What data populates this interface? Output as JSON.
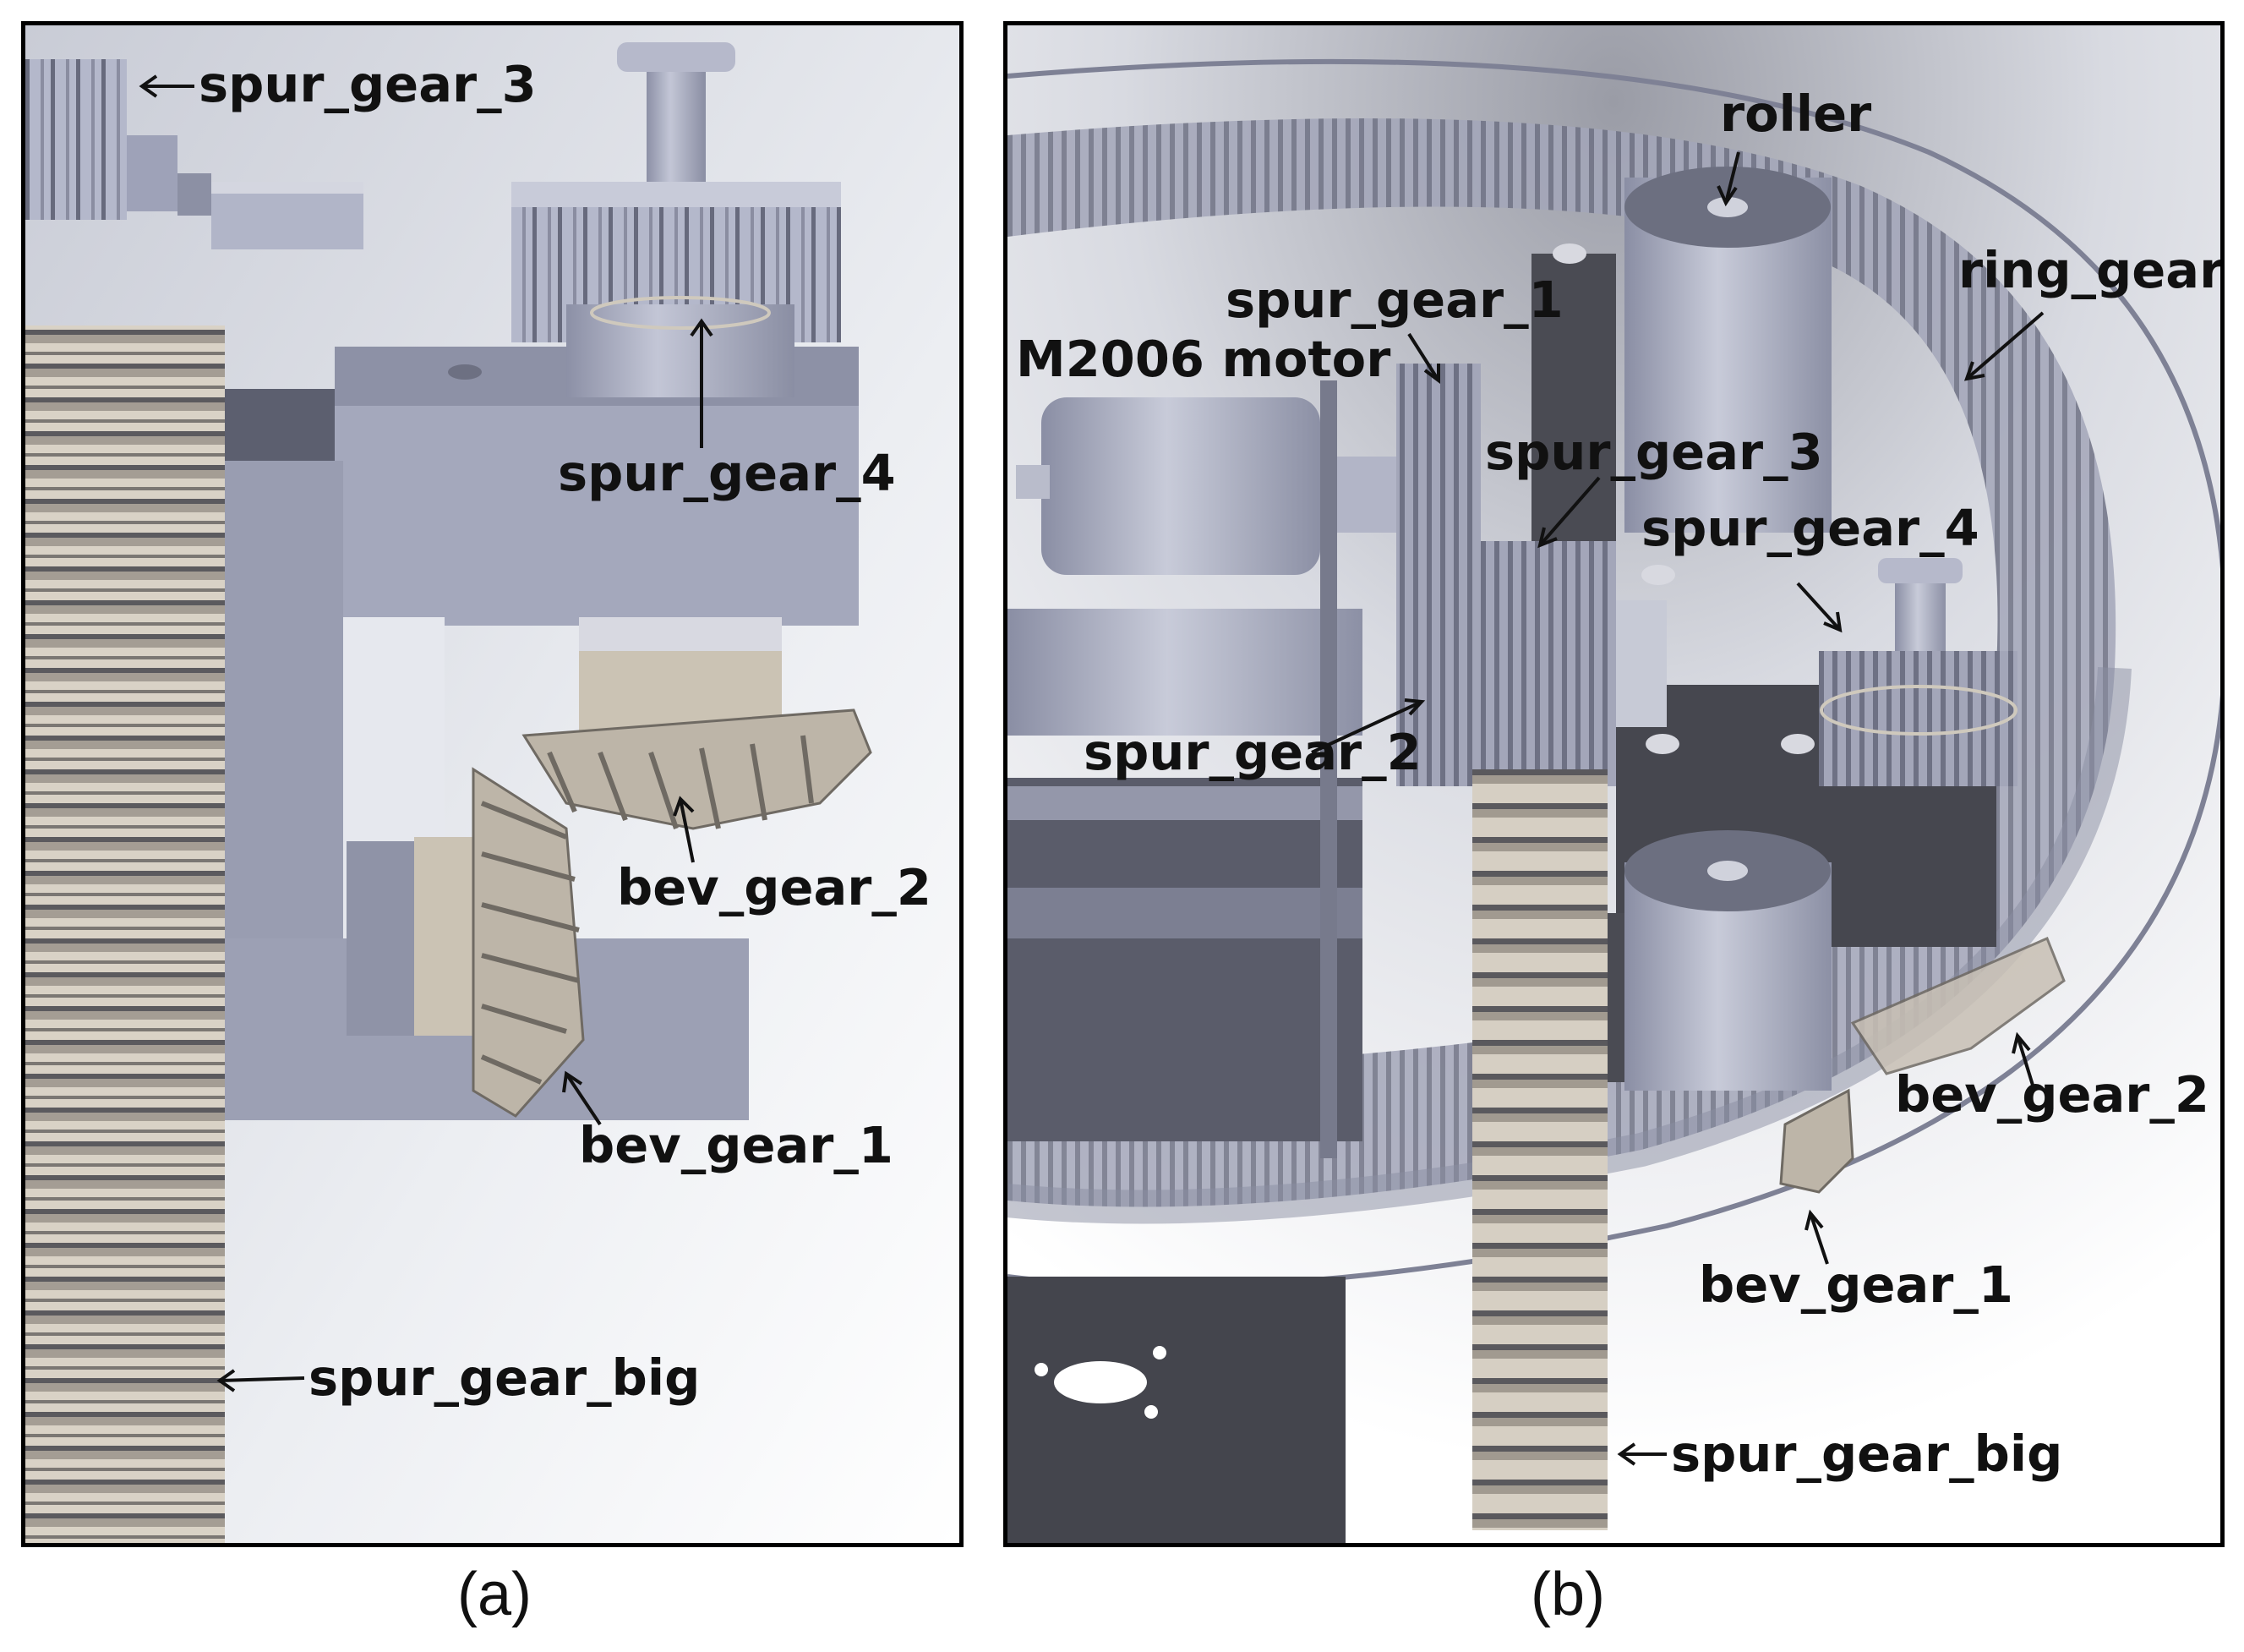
{
  "panels": {
    "a": {
      "caption": "(a)",
      "labels": {
        "spur_gear_3": "spur_gear_3",
        "spur_gear_4": "spur_gear_4",
        "bev_gear_2": "bev_gear_2",
        "bev_gear_1": "bev_gear_1",
        "spur_gear_big": "spur_gear_big"
      }
    },
    "b": {
      "caption": "(b)",
      "labels": {
        "roller": "roller",
        "ring_gear": "ring_gear",
        "spur_gear_1": "spur_gear_1",
        "motor": "M2006 motor",
        "spur_gear_3": "spur_gear_3",
        "spur_gear_4": "spur_gear_4",
        "spur_gear_2": "spur_gear_2",
        "bev_gear_2": "bev_gear_2",
        "bev_gear_1": "bev_gear_1",
        "spur_gear_big": "spur_gear_big"
      }
    }
  },
  "colors": {
    "metal": "#a9adc2",
    "metal_dark": "#5d6072",
    "plate_dark": "#46474f",
    "gear_light": "#c9c1b5",
    "background_grey": "#d7d9e0"
  }
}
